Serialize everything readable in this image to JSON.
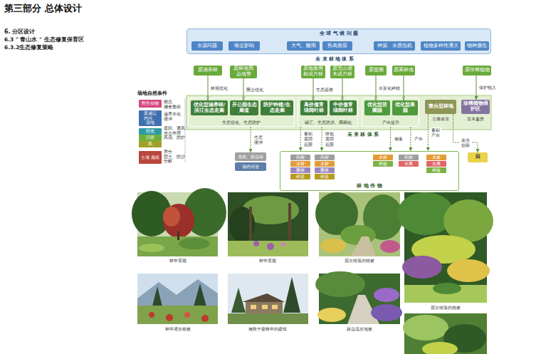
{
  "diagram": {
    "title": "第三部分 总体设计",
    "nodes": [
      {
        "text": [
          "全 球 气 候 问 题"
        ]
      },
      {
        "text": [
          "水源问题"
        ],
        "in": 0
      },
      {
        "text": [
          "噪尘影响"
        ],
        "in": 0
      },
      {
        "text": [
          "大气、酸雨"
        ],
        "in": 0
      },
      {
        "text": [
          "热岛效应"
        ],
        "in": 0
      },
      {
        "text": [
          "种源、水质危机"
        ],
        "in": 0
      },
      {
        "text": [
          "植物多样性湮灭"
        ],
        "in": 0
      },
      {
        "text": [
          "物种濒危"
        ],
        "in": 0
      },
      {
        "text": [
          "原涵养林"
        ]
      },
      {
        "text": [
          "原林地周边地带"
        ]
      },
      {
        "text": [
          "原低效用材成片林"
        ]
      },
      {
        "text": [
          "原荒山灌木成片林"
        ]
      },
      {
        "text": [
          "原苗圃"
        ]
      },
      {
        "text": [
          "原果林地"
        ]
      },
      {
        "text": [
          "原珍稀植物"
        ]
      },
      {
        "text": [
          "生态优化、生态防护"
        ]
      },
      {
        "text": [
          "优化型涵养林/滨江生态走廊"
        ],
        "in": 15
      },
      {
        "text": [
          "开公园生态廊道"
        ],
        "in": 15
      },
      {
        "text": [
          "防护种植/生态走廊"
        ],
        "in": 15
      },
      {
        "text": [
          "碳汇、生态防洪、廊稠化"
        ]
      },
      {
        "text": [
          "高价值常绿阔叶林"
        ],
        "in": 19
      },
      {
        "text": [
          "中价值常绿阔叶林"
        ],
        "in": 19
      },
      {
        "text": [
          "产出提升"
        ]
      },
      {
        "text": [
          "优化型苗圃园"
        ],
        "in": 22
      },
      {
        "text": [
          "优化型果园"
        ],
        "in": 22
      },
      {
        "text": [
          "整合型林地"
        ]
      },
      {
        "text": [
          "珍稀植物保护区"
        ]
      },
      {
        "text": [
          "野生动物"
        ]
      },
      {
        "text": [
          "黄浦江 内河、湿地"
        ]
      },
      {
        "text": [
          "阳光"
        ]
      },
      {
        "text": [
          "日照"
        ]
      },
      {
        "text": [
          "风"
        ]
      },
      {
        "text": [
          "土壤 腐殖"
        ]
      },
      {
        "text": [
          "道路、路边绿"
        ]
      },
      {
        "text": [
          "场内河道"
        ]
      },
      {
        "text": [
          "林 地 作 物"
        ]
      },
      {
        "text": [
          "药材"
        ],
        "in": 35
      },
      {
        "text": [
          "木材"
        ],
        "in": 35
      },
      {
        "text": [
          "菌类"
        ],
        "in": 35
      },
      {
        "text": [
          "种基"
        ],
        "in": 35
      },
      {
        "text": [
          "药材"
        ],
        "in": 35
      },
      {
        "text": [
          "木材"
        ],
        "in": 35
      },
      {
        "text": [
          "菌类"
        ],
        "in": 35
      },
      {
        "text": [
          "种基"
        ],
        "in": 35
      },
      {
        "text": [
          "木材"
        ],
        "in": 35
      },
      {
        "text": [
          "种苗"
        ],
        "in": 35
      },
      {
        "text": [
          "药材"
        ],
        "in": 35
      },
      {
        "text": [
          "水果"
        ],
        "in": 35
      },
      {
        "text": [
          "木材"
        ],
        "in": 35
      },
      {
        "text": [
          "水果"
        ],
        "in": 35
      },
      {
        "text": [
          "种苗"
        ],
        "in": 35
      },
      {
        "text": [
          "田"
        ]
      }
    ],
    "edges": [
      {
        "from": 8,
        "to": 16,
        "label": "林相优化",
        "arrow": "to"
      },
      {
        "from": 9,
        "to": 17,
        "label": "围合优化",
        "arrow": "to"
      },
      {
        "from": 10,
        "to": 20,
        "label": "生态疏整",
        "arrow": "to"
      },
      {
        "from": 11,
        "to": 21,
        "arrow": "to"
      },
      {
        "from": 12,
        "to": 23,
        "label": "丰富化种植",
        "arrow": "to"
      },
      {
        "from": 13,
        "to": 24,
        "arrow": "to"
      },
      {
        "from": 14,
        "to": 26,
        "label": "保护植入",
        "arrow": "to"
      },
      {
        "from": 15,
        "to": 33,
        "label": "生态缓冲",
        "arrow": "to"
      },
      {
        "from": 19,
        "to": 35,
        "label": "蓄积 遮阴 庇荫",
        "arrow": "to"
      },
      {
        "from": 19,
        "to": 35,
        "label": "降低 遮阴 庇荫",
        "arrow": "to"
      },
      {
        "from": 22,
        "to": 35,
        "label": "储备",
        "arrow": "to"
      },
      {
        "from": 22,
        "to": 35,
        "label": "产出",
        "arrow": "to"
      },
      {
        "from": 25,
        "to": 35,
        "label": "蓄积 产出",
        "arrow": "to"
      },
      {
        "from": 25,
        "to": 51,
        "label": "农业创新",
        "arrow": "to"
      }
    ],
    "labels": [
      "6. 分区设计",
      "6.3 \" 青山水 \" 生态修复保育区",
      "6.3.2生态修复策略",
      "未 来 林 地 体 系",
      "场地自然条件",
      "栖息 捕食繁殖",
      "涵养水化 缓冲",
      "遮阳、通风 光合作用 风扇、防护",
      "养分 固土、防沙 分解",
      "立体农业",
      "古木鉴赏",
      "未 来 林 体 系",
      "林中景观",
      "林中景观",
      "层次错落的植被",
      "林中灌丛植被",
      "掩映于密林中的建筑",
      "路边花丛地被",
      "层次错落的植被"
    ]
  }
}
